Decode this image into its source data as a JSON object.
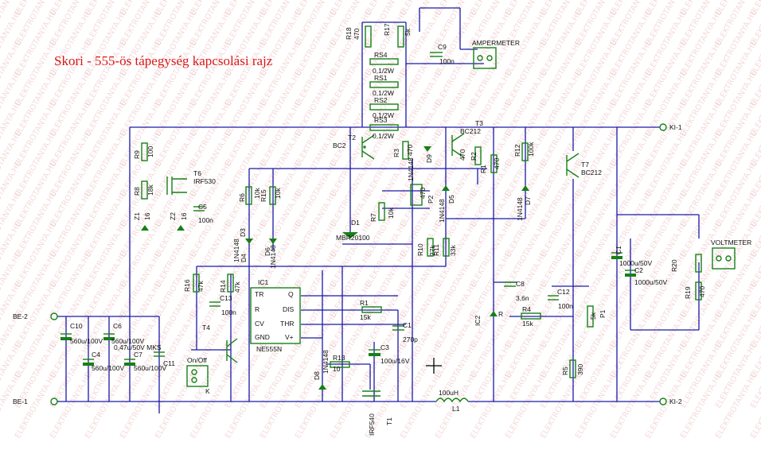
{
  "title": "Skori - 555-ös tápegység kapcsolási rajz",
  "colors": {
    "wire": "#1a1aa8",
    "component": "#168016",
    "title": "#d81818",
    "watermark": "#e6b0b0"
  },
  "terminals": {
    "be2": "BE-2",
    "be1": "BE-1",
    "ki1": "KI-1",
    "ki2": "KI-2"
  },
  "connectors": {
    "ampermeter": "AMPERMETER",
    "voltmeter": "VOLTMETER",
    "onoff": "On/Off",
    "k": "K"
  },
  "ic": {
    "name": "IC1",
    "part": "NE555N",
    "pins": [
      "TR",
      "Q",
      "R",
      "DIS",
      "CV",
      "THR",
      "GND",
      "V+"
    ]
  },
  "labels": [
    {
      "id": "r18",
      "text": "R18"
    },
    {
      "id": "r18v",
      "text": "470"
    },
    {
      "id": "r17",
      "text": "R17"
    },
    {
      "id": "r17v",
      "text": "5k"
    },
    {
      "id": "c9",
      "text": "C9"
    },
    {
      "id": "c9v",
      "text": "100n"
    },
    {
      "id": "rs4",
      "text": "RS4"
    },
    {
      "id": "rs4v",
      "text": "0,1/2W"
    },
    {
      "id": "rs1",
      "text": "RS1"
    },
    {
      "id": "rs1v",
      "text": "0,1/2W"
    },
    {
      "id": "rs2",
      "text": "RS2"
    },
    {
      "id": "rs2v",
      "text": "0,1/2W"
    },
    {
      "id": "rs3",
      "text": "RS3"
    },
    {
      "id": "rs3v",
      "text": "0,1/2W"
    },
    {
      "id": "t3",
      "text": "T3"
    },
    {
      "id": "bc212a",
      "text": "BC212"
    },
    {
      "id": "t2",
      "text": "T2"
    },
    {
      "id": "bc2",
      "text": "BC2"
    },
    {
      "id": "r9",
      "text": "R9"
    },
    {
      "id": "r9v",
      "text": "100"
    },
    {
      "id": "t6",
      "text": "T6"
    },
    {
      "id": "irf530",
      "text": "IRF530"
    },
    {
      "id": "r8",
      "text": "R8"
    },
    {
      "id": "r8v",
      "text": "18k"
    },
    {
      "id": "z1",
      "text": "Z1"
    },
    {
      "id": "z2",
      "text": "Z2"
    },
    {
      "id": "z3",
      "text": "16"
    },
    {
      "id": "z4",
      "text": "16"
    },
    {
      "id": "c5",
      "text": "C5"
    },
    {
      "id": "c5v",
      "text": "100n"
    },
    {
      "id": "r6",
      "text": "R6"
    },
    {
      "id": "r6v",
      "text": "10k"
    },
    {
      "id": "r15",
      "text": "R15"
    },
    {
      "id": "r15v",
      "text": "10k"
    },
    {
      "id": "d3",
      "text": "D3"
    },
    {
      "id": "d4",
      "text": "D4"
    },
    {
      "id": "d6",
      "text": "D6"
    },
    {
      "id": "n4148a",
      "text": "1N4148"
    },
    {
      "id": "n4148b",
      "text": "1N4148"
    },
    {
      "id": "r3",
      "text": "R3"
    },
    {
      "id": "r3v",
      "text": "470"
    },
    {
      "id": "d9",
      "text": "D9"
    },
    {
      "id": "n4148c",
      "text": "1N4148"
    },
    {
      "id": "d1",
      "text": "D1"
    },
    {
      "id": "mbr",
      "text": "MBR20100"
    },
    {
      "id": "r7",
      "text": "R7"
    },
    {
      "id": "r7v",
      "text": "10k"
    },
    {
      "id": "p2",
      "text": "P2"
    },
    {
      "id": "p2v",
      "text": "470"
    },
    {
      "id": "r2",
      "text": "R2"
    },
    {
      "id": "r2v",
      "text": "470"
    },
    {
      "id": "r1",
      "text": "R1"
    },
    {
      "id": "r1v",
      "text": "470"
    },
    {
      "id": "d5",
      "text": "D5"
    },
    {
      "id": "n4148d",
      "text": "1N4148"
    },
    {
      "id": "r12",
      "text": "R12"
    },
    {
      "id": "r12v",
      "text": "100k"
    },
    {
      "id": "t7",
      "text": "T7"
    },
    {
      "id": "bc212b",
      "text": "BC212"
    },
    {
      "id": "d7",
      "text": "D7"
    },
    {
      "id": "n4148e",
      "text": "1N4148"
    },
    {
      "id": "r10",
      "text": "R10"
    },
    {
      "id": "r10v",
      "text": "27k"
    },
    {
      "id": "r11",
      "text": "R11"
    },
    {
      "id": "r11v",
      "text": "33k"
    },
    {
      "id": "r16",
      "text": "R16"
    },
    {
      "id": "r16v",
      "text": "47k"
    },
    {
      "id": "r14",
      "text": "R14"
    },
    {
      "id": "r14v",
      "text": "47k"
    },
    {
      "id": "c13",
      "text": "C13"
    },
    {
      "id": "c13v",
      "text": "100n"
    },
    {
      "id": "t4",
      "text": "T4"
    },
    {
      "id": "r13",
      "text": "R13"
    },
    {
      "id": "r13v",
      "text": "10"
    },
    {
      "id": "d8",
      "text": "D8"
    },
    {
      "id": "n4148f",
      "text": "1N4148"
    },
    {
      "id": "c3",
      "text": "C3"
    },
    {
      "id": "c3v",
      "text": "100u/16V"
    },
    {
      "id": "r1b",
      "text": "R1"
    },
    {
      "id": "r1bv",
      "text": "15k"
    },
    {
      "id": "c1b",
      "text": "C1"
    },
    {
      "id": "c1bv",
      "text": "270p"
    },
    {
      "id": "t1",
      "text": "T1"
    },
    {
      "id": "irf540",
      "text": "IRF540"
    },
    {
      "id": "l1",
      "text": "L1"
    },
    {
      "id": "l1v",
      "text": "100uH"
    },
    {
      "id": "c8",
      "text": "C8"
    },
    {
      "id": "c8v",
      "text": "3,6n"
    },
    {
      "id": "ic2",
      "text": "IC2"
    },
    {
      "id": "ic2r",
      "text": "R"
    },
    {
      "id": "r4",
      "text": "R4"
    },
    {
      "id": "r4v",
      "text": "15k"
    },
    {
      "id": "c12",
      "text": "C12"
    },
    {
      "id": "c12v",
      "text": "100n"
    },
    {
      "id": "p1",
      "text": "P1"
    },
    {
      "id": "p1v",
      "text": "5k"
    },
    {
      "id": "r5",
      "text": "R5"
    },
    {
      "id": "r5v",
      "text": "390"
    },
    {
      "id": "c1",
      "text": "C1"
    },
    {
      "id": "c1v",
      "text": "1000u/50V"
    },
    {
      "id": "c2",
      "text": "C2"
    },
    {
      "id": "c2v",
      "text": "1000u/50V"
    },
    {
      "id": "r20",
      "text": "R20"
    },
    {
      "id": "r19",
      "text": "R19"
    },
    {
      "id": "r19v",
      "text": "470"
    },
    {
      "id": "c10",
      "text": "C10"
    },
    {
      "id": "c10v",
      "text": "560u/100V"
    },
    {
      "id": "c6",
      "text": "C6"
    },
    {
      "id": "c6v",
      "text": "560u/100V"
    },
    {
      "id": "c4",
      "text": "C4"
    },
    {
      "id": "c4v",
      "text": "560u/100V"
    },
    {
      "id": "c7",
      "text": "C7"
    },
    {
      "id": "c7v",
      "text": "0,47u/50V MKS"
    },
    {
      "id": "c11",
      "text": "C11"
    },
    {
      "id": "c11v",
      "text": "560u/100V"
    }
  ],
  "watermark": "ELEKTROTANYA.HU"
}
